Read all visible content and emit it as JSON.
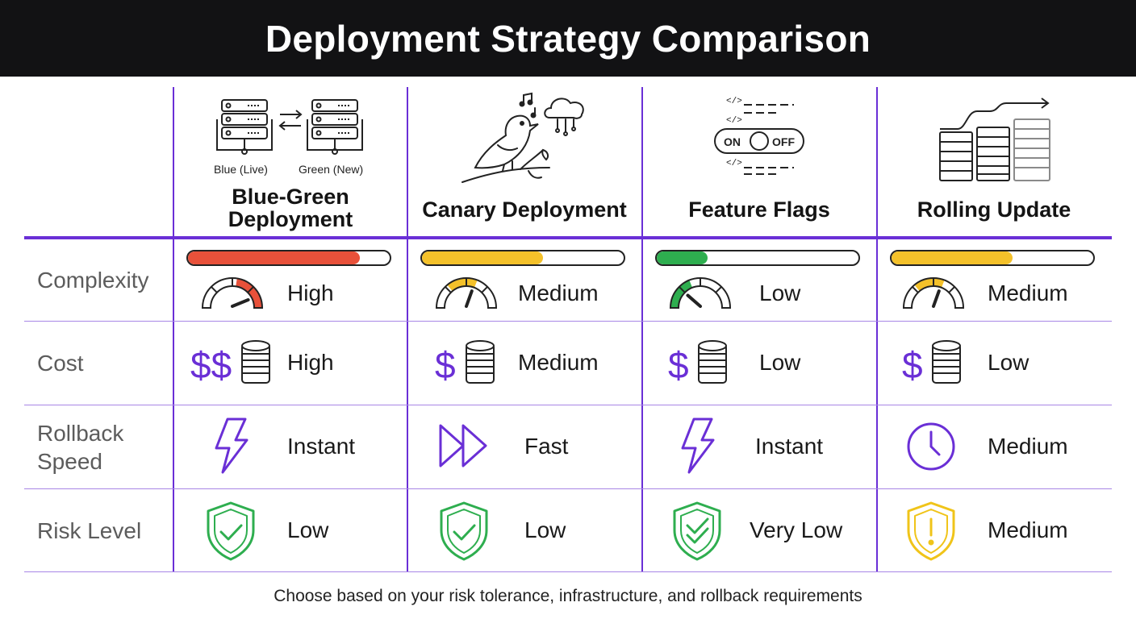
{
  "title": "Deployment Strategy Comparison",
  "strategies": [
    {
      "name": "Blue-Green Deployment",
      "name_line1": "Blue-Green",
      "name_line2": "Deployment",
      "icon_labels": [
        "Blue (Live)",
        "Green (New)"
      ],
      "icon": "server-swap-icon"
    },
    {
      "name": "Canary Deployment",
      "icon": "canary-bird-icon"
    },
    {
      "name": "Feature Flags",
      "icon": "toggle-switch-icon",
      "toggle_on": "ON",
      "toggle_off": "OFF",
      "code_tag": "</>"
    },
    {
      "name": "Rolling Update",
      "icon": "rolling-servers-icon"
    }
  ],
  "rows": {
    "complexity": {
      "label": "Complexity",
      "cells": [
        {
          "value": "High",
          "level": 0.85,
          "color": "#e8513a",
          "icon": "gauge-icon"
        },
        {
          "value": "Medium",
          "level": 0.6,
          "color": "#f4c12a",
          "icon": "gauge-icon"
        },
        {
          "value": "Low",
          "level": 0.25,
          "color": "#2eae4f",
          "icon": "gauge-icon"
        },
        {
          "value": "Medium",
          "level": 0.6,
          "color": "#f4c12a",
          "icon": "gauge-icon"
        }
      ]
    },
    "cost": {
      "label": "Cost",
      "cells": [
        {
          "value": "High",
          "symbol": "$$",
          "icon": "coin-stack-icon"
        },
        {
          "value": "Medium",
          "symbol": "$",
          "icon": "coin-stack-icon"
        },
        {
          "value": "Low",
          "symbol": "$",
          "icon": "coin-stack-icon"
        },
        {
          "value": "Low",
          "symbol": "$",
          "icon": "coin-stack-icon"
        }
      ]
    },
    "rollback": {
      "label_line1": "Rollback",
      "label_line2": "Speed",
      "cells": [
        {
          "value": "Instant",
          "icon": "lightning-icon"
        },
        {
          "value": "Fast",
          "icon": "fast-forward-icon"
        },
        {
          "value": "Instant",
          "icon": "lightning-icon"
        },
        {
          "value": "Medium",
          "icon": "clock-icon"
        }
      ]
    },
    "risk": {
      "label": "Risk Level",
      "cells": [
        {
          "value": "Low",
          "icon": "shield-check-icon",
          "color": "#2eae4f"
        },
        {
          "value": "Low",
          "icon": "shield-check-icon",
          "color": "#2eae4f"
        },
        {
          "value": "Very Low",
          "icon": "shield-double-check-icon",
          "color": "#2eae4f"
        },
        {
          "value": "Medium",
          "icon": "shield-warning-icon",
          "color": "#f4c12a"
        }
      ]
    }
  },
  "colors": {
    "accent": "#6a2fd6",
    "header_bg": "#121214"
  },
  "footer": "Choose based on your risk tolerance, infrastructure, and rollback requirements"
}
